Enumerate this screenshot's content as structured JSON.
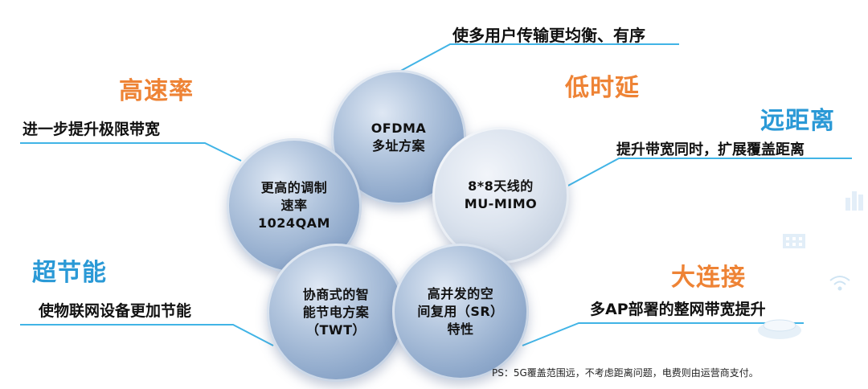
{
  "circles": {
    "ofdma": "OFDMA\n多址方案",
    "qam": "更高的调制\n速率\n1024QAM",
    "mumimo": "8*8天线的\nMU-MIMO",
    "twt": "协商式的智\n能节电方案\n（TWT）",
    "sr": "高并发的空\n间复用（SR）\n特性"
  },
  "features": {
    "top": {
      "desc": "使多用户传输更均衡、有序"
    },
    "high_speed": {
      "title": "高速率",
      "desc": "进一步提升极限带宽"
    },
    "low_latency": {
      "title": "低时延"
    },
    "long_range": {
      "title": "远距离",
      "desc": "提升带宽同时，扩展覆盖距离"
    },
    "power_saving": {
      "title": "超节能",
      "desc": "使物联网设备更加节能"
    },
    "connectivity": {
      "title": "大连接",
      "desc": "多AP部署的整网带宽提升"
    }
  },
  "note": "PS：5G覆盖范围远，不考虑距离问题，电费则由运营商支付。",
  "colors": {
    "orange": "#ee8335",
    "blue": "#2a99d6",
    "line": "#41b4e6"
  },
  "icons": [
    "wifi-icon",
    "building-icon",
    "stadium-icon",
    "bar-chart-icon"
  ]
}
